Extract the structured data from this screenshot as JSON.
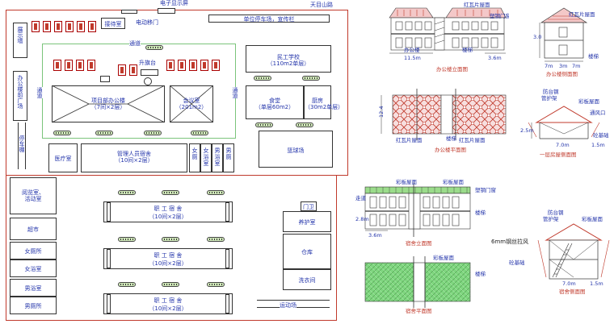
{
  "top_labels": {
    "transformer": "电子显示屏",
    "road": "天目山路",
    "gate": "电动移门",
    "reception": "接待室",
    "parking": "单位停车场，宣传栏"
  },
  "site": {
    "left_building": "展示墙",
    "left_side_building": "办公楼前广场",
    "road_top": "通道",
    "road_left": "通道",
    "road_right": "通道",
    "lift": "升旗台",
    "project_office": "项目部办公楼\n（7间×2层）",
    "meeting_room": "会议室\n（201m2）",
    "staff_school": "民工学校\n（110m2单层）",
    "canteen": "食堂\n（单层60m2）",
    "kitchen": "厨房\n（30m2单层）",
    "clinic": "医疗室",
    "mgmt_dorm": "管理人员宿舍\n（10间×2层）",
    "toilet_a": "女\n厕",
    "toilet_b": "女\n浴\n室",
    "toilet_c": "男\n浴\n室",
    "toilet_d": "男\n厕",
    "basketball": "篮球场",
    "left_vertical": "停车棚"
  },
  "lower_site": {
    "activity": "阅览室、\n活动室",
    "store": "超市",
    "female_toilet": "女厕所",
    "female_bath": "女浴室",
    "male_bath": "男浴室",
    "male_toilet": "男厕所",
    "dorm1_title": "职  工  宿  舍",
    "dorm1_size": "（10间×2层）",
    "dorm2_title": "职  工  宿  舍",
    "dorm2_size": "（10间×2层）",
    "dorm3_title": "职  工  宿  舍",
    "dorm3_size": "（10间×2层）",
    "guard": "门卫",
    "nurse": "养护室",
    "warehouse": "仓库",
    "laundry": "洗衣间",
    "sports": "运动场"
  },
  "office_elev": {
    "roof_label": "红瓦片屋面",
    "door_label": "塑钢门窗",
    "ground_label": "办公楼",
    "stair_label": "楼梯",
    "dim_width": "11.5m",
    "dim_side": "3.6m",
    "caption": "办公楼立面图"
  },
  "office_side": {
    "roof_label": "红瓦片屋面",
    "dim_a": "7m",
    "dim_b": "3m",
    "dim_c": "7m",
    "stair_label": "楼梯",
    "dim_h": "3.0",
    "caption": "办公楼侧面图"
  },
  "office_plan": {
    "roof_label_a": "红瓦片屋面",
    "roof_label_b": "红瓦片屋面",
    "stair_label": "楼梯",
    "dim_h": "12.4",
    "caption": "办公楼平面图"
  },
  "one_story": {
    "roof_label": "彩板屋面",
    "top_a": "防台钢",
    "top_b": "管护架",
    "vent_label": "通风口",
    "base_label": "砼基础",
    "dim_w": "7.0m",
    "dim_s": "1.5m",
    "dim_h": "2.5m",
    "caption": "一层房屋侧面图"
  },
  "dorm_elev": {
    "roof_label": "彩板屋面",
    "corridor": "走道",
    "door_label": "塑钢门窗",
    "roof_label_b": "彩板屋面",
    "stair_label": "楼梯",
    "dim_w": "3.6m",
    "dim_h": "2.8m",
    "caption": "宿舍立面图"
  },
  "dorm_plan": {
    "roof_label": "彩板屋面",
    "stair_label": "楼梯",
    "caption": "宿舍平面图"
  },
  "dorm_side": {
    "top_a": "防台钢",
    "top_b": "管护架",
    "roof_label": "彩板屋面",
    "vent_label": "6mm钢丝拉风",
    "base_label": "砼基础",
    "dim_w": "7.0m",
    "dim_s": "1.5m",
    "caption": "宿舍侧面图"
  }
}
